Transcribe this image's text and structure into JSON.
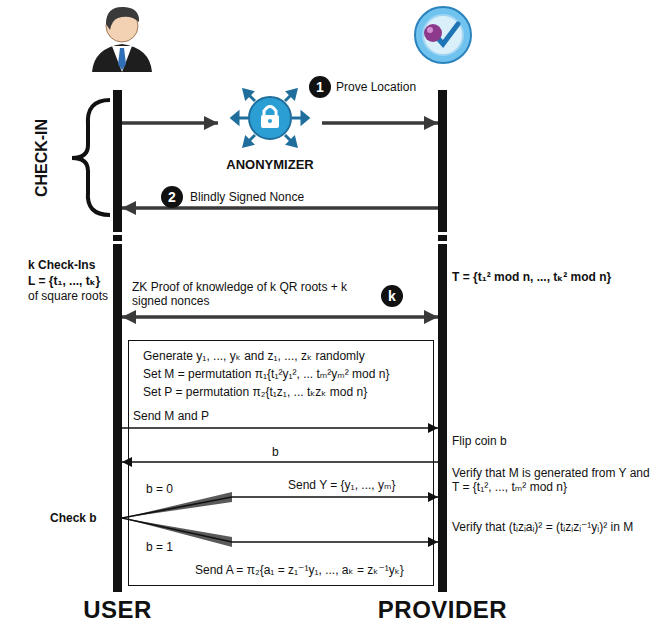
{
  "diagram": {
    "nodes": [
      {
        "text": [
          "USER"
        ]
      },
      {
        "text": [
          "ANONYMIZER"
        ]
      },
      {
        "text": [
          "PROVIDER"
        ]
      },
      {
        "text": [
          "Generate y₁, ..., yₖ and z₁, ..., zₖ randomly",
          "Set M = permutation π₁{t₁²y₁², ... tₘ²yₘ² mod n}",
          "Set P = permutation π₂{t₁z₁, ... tₖzₖ mod n}"
        ]
      }
    ],
    "edges": [
      {
        "from": 0,
        "to": 1,
        "arrow": "to"
      },
      {
        "from": 1,
        "to": 2,
        "arrow": "to",
        "label": "Prove Location"
      },
      {
        "from": 2,
        "to": 0,
        "arrow": "to",
        "label": "Blindly Signed Nonce"
      },
      {
        "from": 0,
        "to": 2,
        "arrow": "both",
        "label": "ZK Proof of knowledge of k QR roots + k signed nonces"
      },
      {
        "from": 0,
        "to": 2,
        "arrow": "to",
        "label": "Send M and P"
      },
      {
        "from": 2,
        "to": 0,
        "arrow": "to",
        "label": "b"
      },
      {
        "from": 0,
        "to": 2,
        "arrow": "to",
        "label": "Send Y = {y₁, ..., yₘ}"
      },
      {
        "from": 0,
        "to": 2,
        "arrow": "to",
        "label": "Send A = π₂{a₁ = z₁⁻¹y₁, ..., aₖ = zₖ⁻¹yₖ}"
      }
    ],
    "labels": [
      "CHECK-IN",
      "1",
      "2",
      "k Check-Ins",
      "L = {t₁, ..., tₖ}",
      "of square roots",
      "T = {t₁² mod n, ..., tₖ² mod n}",
      "k",
      "Flip coin b",
      "Verify that M is generated from Y and T = {t₁², ..., tₘ² mod n}",
      "Check b",
      "b = 0",
      "b = 1",
      "Verify that (tᵢzᵢaᵢ)² = (tᵢzᵢzᵢ⁻¹yᵢ)² in M"
    ]
  }
}
